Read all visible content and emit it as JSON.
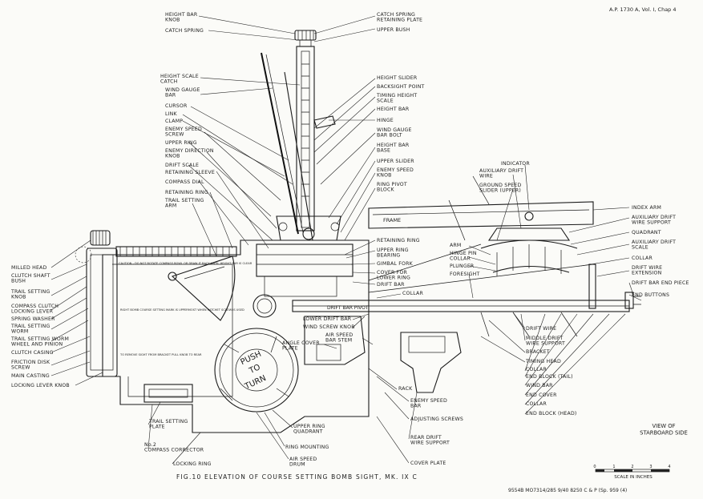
{
  "header": {
    "ref": "A.P. 1730 A, Vol. I, Chap 4"
  },
  "caption": "FIG.10 ELEVATION OF COURSE SETTING BOMB SIGHT, MK. IX C",
  "view_label": "VIEW OF\nSTARBOARD SIDE",
  "scale_bar": {
    "title": "SCALE IN INCHES",
    "ticks": [
      "0",
      "1",
      "2",
      "3",
      "4"
    ]
  },
  "footer_code": "9554B  MO7314/285  9/40  8250  C & P  (Sp. 959 (4)",
  "plate_texts": {
    "push": "PUSH",
    "to": "TO",
    "turn": "TURN",
    "frame": "FRAME",
    "drift_bar_pivot": "DRIFT BAR PIVOT",
    "caution": "CAUTION - DO NOT ROTATE COMPASS BOWL OR DRAW IT BACK UNTIL HEIGHT BAR IS CLEAR",
    "right_bomb": "RIGHT BOMB COURSE SETTING MARK IS UPPERMOST WHEN RATCHET SCREW IS USED",
    "remove_sight": "TO REMOVE SIGHT FROM BRACKET PULL KNOB TO REAR"
  },
  "labels": [
    {
      "id": "height-bar-knob",
      "text": "HEIGHT BAR\nKNOB"
    },
    {
      "id": "catch-spring",
      "text": "CATCH SPRING"
    },
    {
      "id": "height-scale-catch",
      "text": "HEIGHT SCALE\nCATCH"
    },
    {
      "id": "wind-gauge-bar",
      "text": "WIND GAUGE\nBAR"
    },
    {
      "id": "cursor",
      "text": "CURSOR"
    },
    {
      "id": "link",
      "text": "LINK"
    },
    {
      "id": "clamp",
      "text": "CLAMP"
    },
    {
      "id": "enemy-speed-screw",
      "text": "ENEMY SPEED\nSCREW"
    },
    {
      "id": "upper-ring",
      "text": "UPPER RING"
    },
    {
      "id": "enemy-direction-knob",
      "text": "ENEMY DIRECTION\nKNOB"
    },
    {
      "id": "drift-scale",
      "text": "DRIFT SCALE"
    },
    {
      "id": "retaining-sleeve",
      "text": "RETAINING SLEEVE"
    },
    {
      "id": "compass-dial",
      "text": "COMPASS DIAL"
    },
    {
      "id": "retaining-ring-left",
      "text": "RETAINING RING"
    },
    {
      "id": "trail-setting-arm",
      "text": "TRAIL SETTING\nARM"
    },
    {
      "id": "catch-spring-retaining-plate",
      "text": "CATCH SPRING\nRETAINING PLATE"
    },
    {
      "id": "upper-bush",
      "text": "UPPER BUSH"
    },
    {
      "id": "height-slider",
      "text": "HEIGHT SLIDER"
    },
    {
      "id": "backsight-point",
      "text": "BACKSIGHT POINT"
    },
    {
      "id": "timing-height-scale",
      "text": "TIMING HEIGHT\nSCALE"
    },
    {
      "id": "height-bar",
      "text": "HEIGHT BAR"
    },
    {
      "id": "hinge",
      "text": "HINGE"
    },
    {
      "id": "wind-gauge-bar-bolt",
      "text": "WIND GAUGE\nBAR BOLT"
    },
    {
      "id": "height-bar-base",
      "text": "HEIGHT BAR\nBASE"
    },
    {
      "id": "upper-slider",
      "text": "UPPER SLIDER"
    },
    {
      "id": "enemy-speed-knob",
      "text": "ENEMY SPEED\nKNOB"
    },
    {
      "id": "ring-pivot-block",
      "text": "RING PIVOT\nBLOCK"
    },
    {
      "id": "retaining-ring-mid",
      "text": "RETAINING RING"
    },
    {
      "id": "upper-ring-bearing",
      "text": "UPPER RING\nBEARING"
    },
    {
      "id": "gimbal-fork",
      "text": "GIMBAL FORK"
    },
    {
      "id": "cover-for-lower-ring",
      "text": "COVER FOR\nLOWER RING"
    },
    {
      "id": "drift-bar",
      "text": "DRIFT BAR"
    },
    {
      "id": "collar-mid",
      "text": "COLLAR"
    },
    {
      "id": "indicator",
      "text": "INDICATOR"
    },
    {
      "id": "auxiliary-drift-wire",
      "text": "AUXILIARY DRIFT\nWIRE"
    },
    {
      "id": "ground-speed-slider",
      "text": "GROUND SPEED\nSLIDER (UPPER)"
    },
    {
      "id": "index-arm",
      "text": "INDEX ARM"
    },
    {
      "id": "aux-drift-wire-support",
      "text": "AUXILIARY DRIFT\nWIRE SUPPORT"
    },
    {
      "id": "quadrant",
      "text": "QUADRANT"
    },
    {
      "id": "aux-drift-scale",
      "text": "AUXILIARY DRIFT\nSCALE"
    },
    {
      "id": "collar-right",
      "text": "COLLAR"
    },
    {
      "id": "drift-wire-extension",
      "text": "DRIFT WIRE\nEXTENSION"
    },
    {
      "id": "drift-bar-end-piece",
      "text": "DRIFT BAR END PIECE"
    },
    {
      "id": "end-buttons",
      "text": "END BUTTONS"
    },
    {
      "id": "arm",
      "text": "ARM"
    },
    {
      "id": "hinge-pin-collar",
      "text": "HINGE PIN\nCOLLAR"
    },
    {
      "id": "plunger",
      "text": "PLUNGER"
    },
    {
      "id": "foresight",
      "text": "FORESIGHT"
    },
    {
      "id": "milled-head",
      "text": "MILLED HEAD"
    },
    {
      "id": "clutch-shaft-bush",
      "text": "CLUTCH SHAFT\nBUSH"
    },
    {
      "id": "trail-setting-knob",
      "text": "TRAIL SETTING\nKNOB"
    },
    {
      "id": "compass-clutch-locking-lever",
      "text": "COMPASS CLUTCH\nLOCKING LEVER"
    },
    {
      "id": "spring-washer",
      "text": "SPRING WASHER"
    },
    {
      "id": "trail-setting-worm",
      "text": "TRAIL SETTING\nWORM"
    },
    {
      "id": "trail-setting-worm-wheel",
      "text": "TRAIL SETTING WORM\nWHEEL AND PINION"
    },
    {
      "id": "clutch-casing",
      "text": "CLUTCH CASING"
    },
    {
      "id": "friction-disk-screw",
      "text": "FRICTION DISK\nSCREW"
    },
    {
      "id": "main-casting",
      "text": "MAIN CASTING"
    },
    {
      "id": "locking-lever-knob",
      "text": "LOCKING LEVER KNOB"
    },
    {
      "id": "lower-drift-bar",
      "text": "LOWER DRIFT BAR"
    },
    {
      "id": "wind-screw-knob",
      "text": "WIND SCREW KNOB"
    },
    {
      "id": "angle-cover-plate",
      "text": "ANGLE COVER\nPLATE"
    },
    {
      "id": "air-speed-bar-stem",
      "text": "AIR SPEED\nBAR STEM"
    },
    {
      "id": "drift-wire",
      "text": "DRIFT WIRE"
    },
    {
      "id": "middle-drift-wire-support",
      "text": "MIDDLE DRIFT\nWIRE SUPPORT"
    },
    {
      "id": "bracket",
      "text": "BRACKET"
    },
    {
      "id": "timing-head",
      "text": "TIMING HEAD"
    },
    {
      "id": "collar-lower",
      "text": "COLLAR"
    },
    {
      "id": "end-block-tail",
      "text": "END BLOCK (TAIL)"
    },
    {
      "id": "wind-bar",
      "text": "WIND BAR"
    },
    {
      "id": "end-cover",
      "text": "END COVER"
    },
    {
      "id": "collar-bottom",
      "text": "COLLAR"
    },
    {
      "id": "end-block-head",
      "text": "END BLOCK (HEAD)"
    },
    {
      "id": "rack",
      "text": "RACK"
    },
    {
      "id": "enemy-speed-bar",
      "text": "ENEMY SPEED\nBAR"
    },
    {
      "id": "adjusting-screws",
      "text": "ADJUSTING SCREWS"
    },
    {
      "id": "rear-drift-wire-support",
      "text": "REAR DRIFT\nWIRE SUPPORT"
    },
    {
      "id": "cover-plate",
      "text": "COVER PLATE"
    },
    {
      "id": "trail-setting-plate",
      "text": "TRAIL SETTING\nPLATE"
    },
    {
      "id": "no2-compass-corrector",
      "text": "No.2\nCOMPASS CORRECTOR"
    },
    {
      "id": "locking-ring",
      "text": "LOCKING RING"
    },
    {
      "id": "upper-ring-quadrant",
      "text": "UPPER RING\nQUADRANT"
    },
    {
      "id": "ring-mounting",
      "text": "RING MOUNTING"
    },
    {
      "id": "air-speed-drum",
      "text": "AIR SPEED\nDRUM"
    }
  ]
}
